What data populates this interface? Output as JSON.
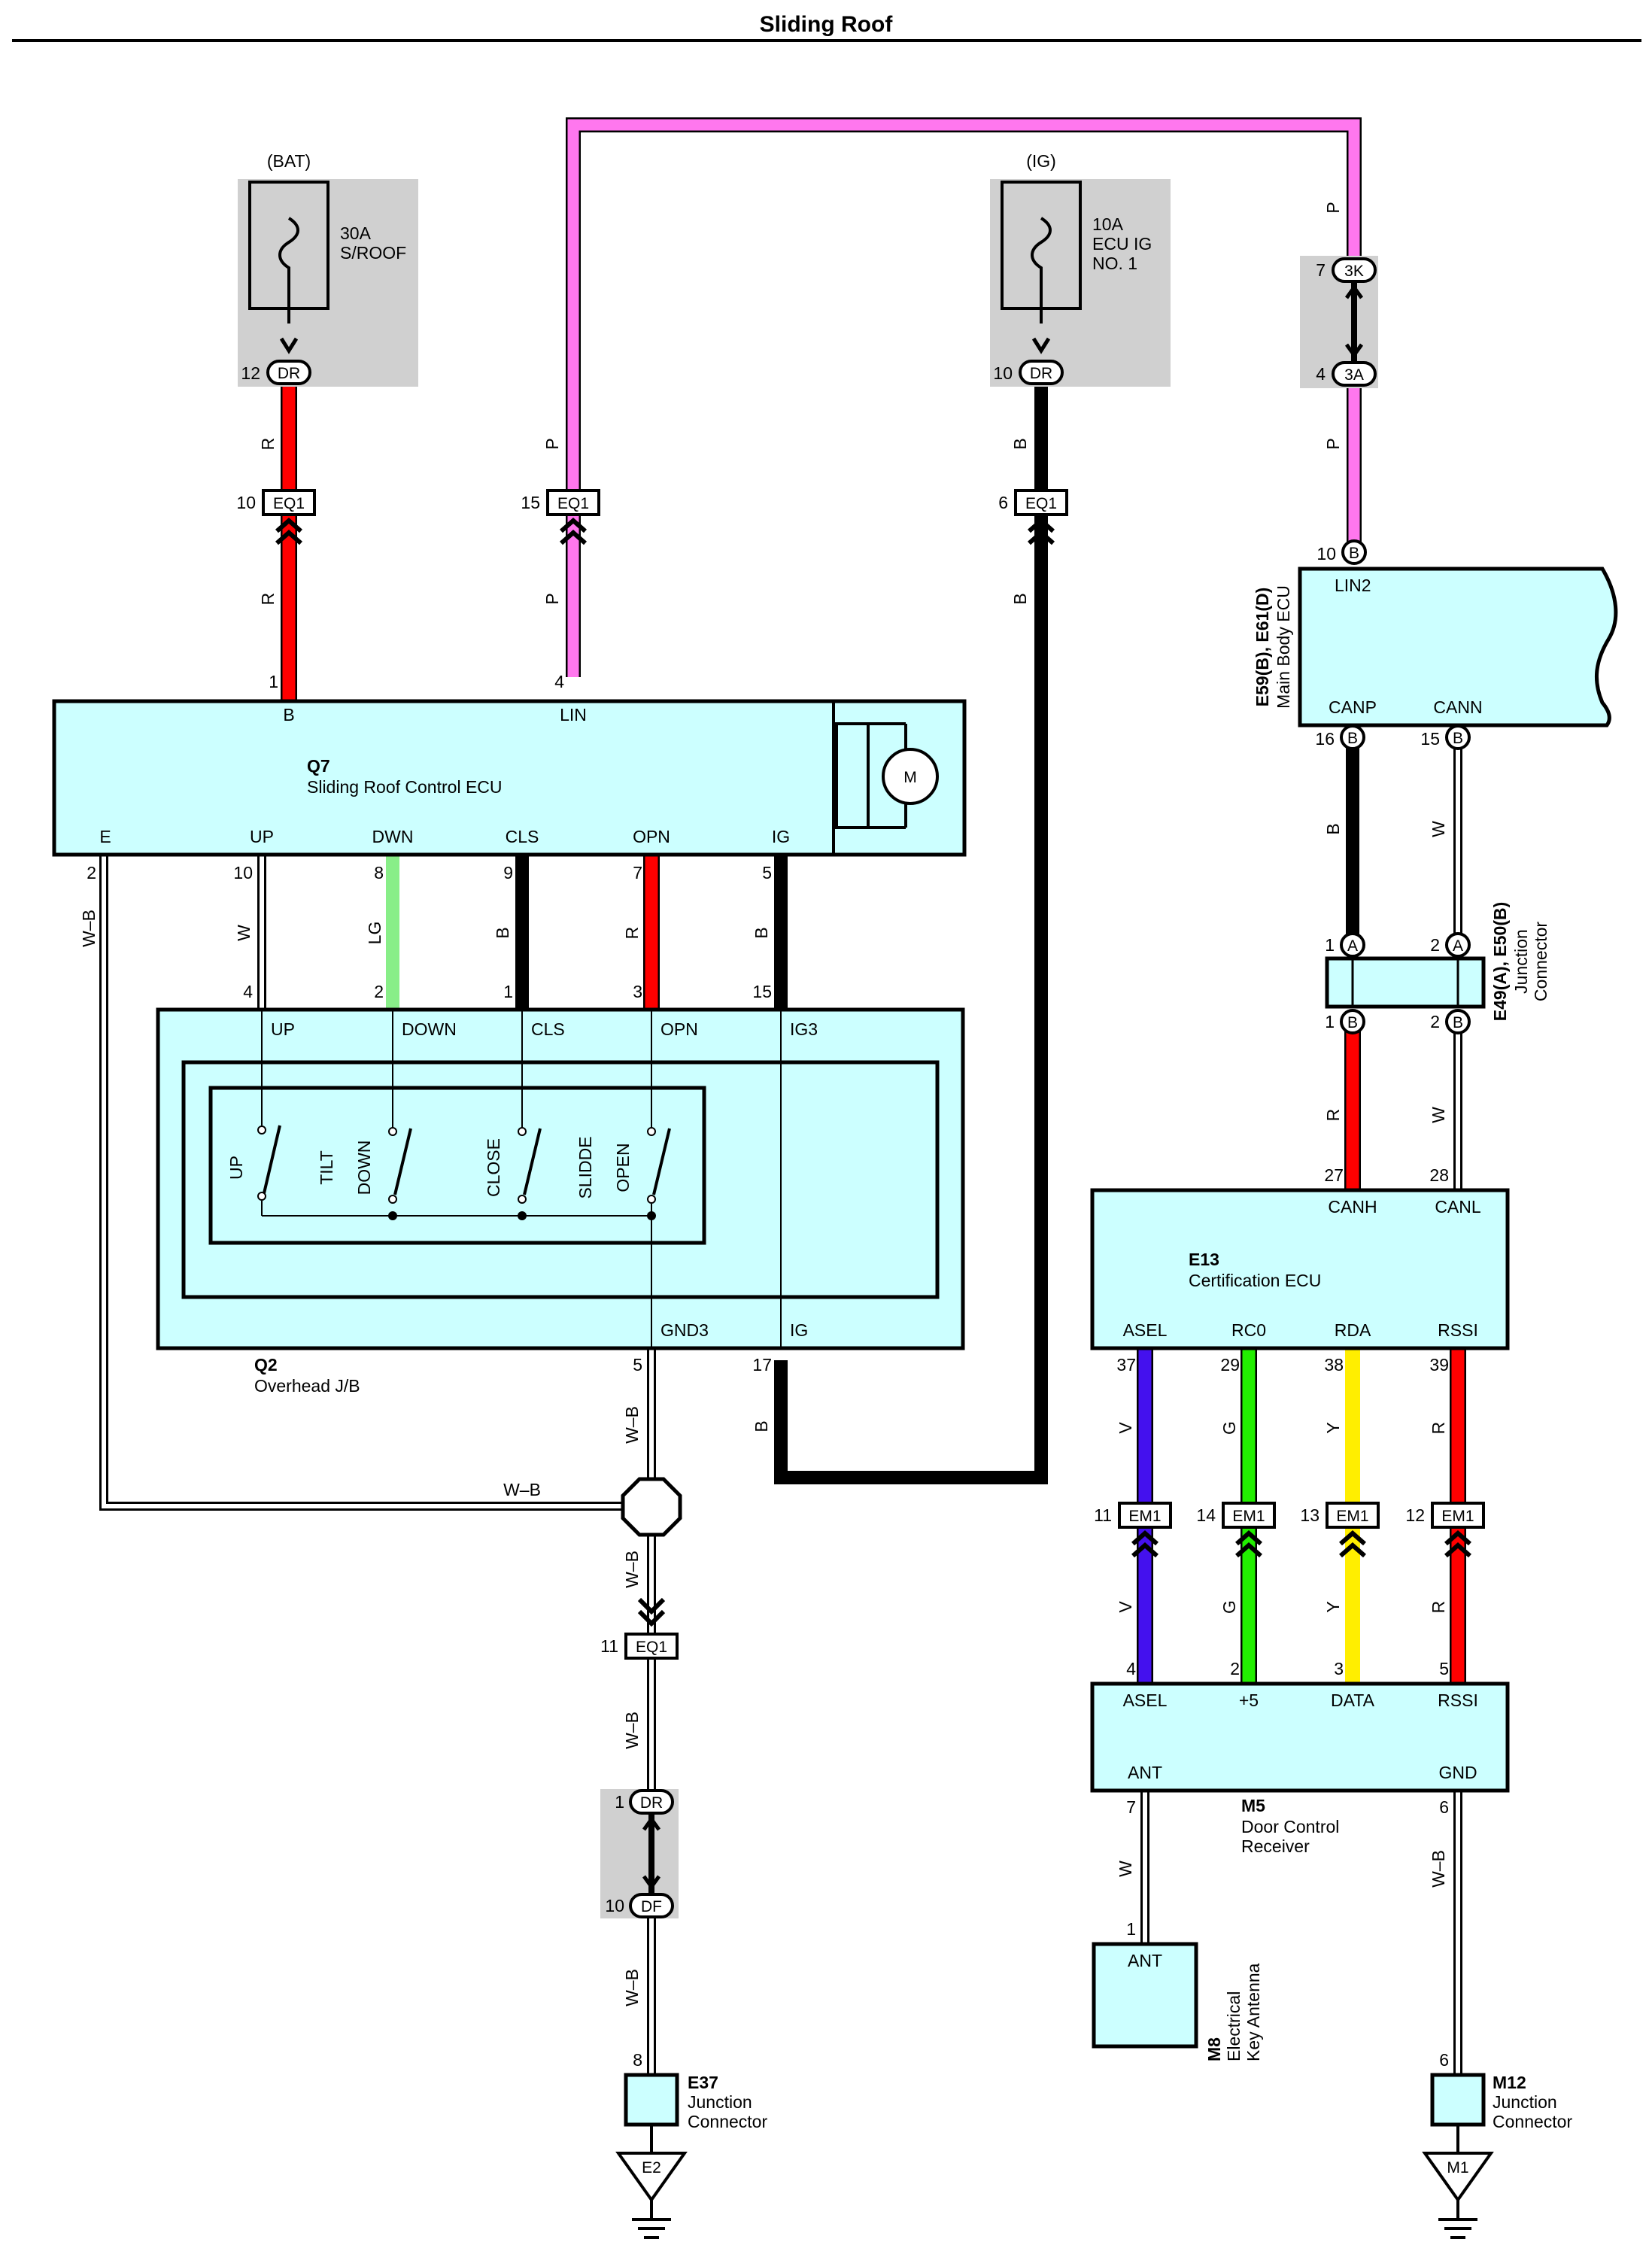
{
  "title": "Sliding Roof",
  "colors": {
    "pink": "#ff77ee",
    "red": "#ff0000",
    "black": "#000000",
    "white": "#ffffff",
    "lightgreen": "#88ee88",
    "violet": "#4411ee",
    "green": "#22ee00",
    "yellow": "#ffee00",
    "box": "#ccffff",
    "fusebox": "#d0d0d0"
  },
  "fuses": {
    "bat": {
      "source": "(BAT)",
      "rating": "30A",
      "name": "S/ROOF",
      "pin": "12",
      "conn": "DR"
    },
    "ig": {
      "source": "(IG)",
      "rating": "10A",
      "name_1": "ECU IG",
      "name_2": "NO. 1",
      "pin": "10",
      "conn": "DR"
    }
  },
  "joint_3k3a": {
    "pin_top": "7",
    "conn_top": "3K",
    "pin_bottom": "4",
    "conn_bottom": "3A"
  },
  "eq1": {
    "name": "EQ1",
    "pin_b": "10",
    "pin_lin": "15",
    "pin_ig": "6",
    "pin_gnd": "11"
  },
  "wire_codes": {
    "r": "R",
    "p": "P",
    "b": "B",
    "w": "W",
    "lg": "LG",
    "wb": "W–B",
    "v": "V",
    "g": "G",
    "y": "Y"
  },
  "q7": {
    "code": "Q7",
    "name": "Sliding Roof Control ECU",
    "terminals": {
      "b": "B",
      "lin": "LIN",
      "e": "E",
      "up": "UP",
      "dwn": "DWN",
      "cls": "CLS",
      "opn": "OPN",
      "ig": "IG"
    },
    "pins": {
      "b": "1",
      "lin": "4",
      "e": "2",
      "up": "10",
      "dwn": "8",
      "cls": "9",
      "opn": "7",
      "ig": "5"
    },
    "motor": "M"
  },
  "q2": {
    "code": "Q2",
    "name": "Overhead J/B",
    "terminals": {
      "up": "UP",
      "down": "DOWN",
      "cls": "CLS",
      "opn": "OPN",
      "ig3": "IG3",
      "gnd3": "GND3",
      "ig": "IG"
    },
    "pins": {
      "up": "4",
      "down": "2",
      "cls": "1",
      "opn": "3",
      "ig3": "15",
      "gnd3": "5",
      "ig": "17"
    },
    "switches": {
      "up": "UP",
      "tilt": "TILT",
      "down": "DOWN",
      "close": "CLOSE",
      "slide": "SLIDDE",
      "open": "OPEN"
    }
  },
  "main_body_ecu": {
    "code": "E59(B), E61(D)",
    "name": "Main Body ECU",
    "terminals": {
      "lin2": "LIN2",
      "canp": "CANP",
      "cann": "CANN"
    },
    "pins": {
      "lin2": "10",
      "canp": "16",
      "cann": "15"
    },
    "conn": "B"
  },
  "junction_e49": {
    "code": "E49(A), E50(B)",
    "name_1": "Junction",
    "name_2": "Connector",
    "top_pins": [
      "1",
      "2"
    ],
    "top_conn": "A",
    "bottom_pins": [
      "1",
      "2"
    ],
    "bottom_conn": "B"
  },
  "e13": {
    "code": "E13",
    "name": "Certification ECU",
    "terminals": {
      "canh": "CANH",
      "canl": "CANL",
      "asel": "ASEL",
      "rc0": "RC0",
      "rda": "RDA",
      "rssi": "RSSI"
    },
    "pins": {
      "canh": "27",
      "canl": "28",
      "asel": "37",
      "rc0": "29",
      "rda": "38",
      "rssi": "39"
    }
  },
  "em1": {
    "name": "EM1",
    "pins": [
      "11",
      "14",
      "13",
      "12"
    ]
  },
  "m5": {
    "code": "M5",
    "name_1": "Door Control",
    "name_2": "Receiver",
    "terminals": {
      "asel": "ASEL",
      "p5": "+5",
      "data": "DATA",
      "rssi": "RSSI",
      "ant": "ANT",
      "gnd": "GND"
    },
    "pins": {
      "asel": "4",
      "p5": "2",
      "data": "3",
      "rssi": "5",
      "ant": "7",
      "gnd": "6"
    }
  },
  "m8": {
    "code": "M8",
    "name_1": "Electrical",
    "name_2": "Key Antenna",
    "terminal": "ANT",
    "pin": "1"
  },
  "e37": {
    "code": "E37",
    "name_1": "Junction",
    "name_2": "Connector",
    "pin": "8",
    "ground": "E2"
  },
  "m12": {
    "code": "M12",
    "name_1": "Junction",
    "name_2": "Connector",
    "pin": "6",
    "ground": "M1"
  },
  "joint_drdf": {
    "pin_top": "1",
    "conn_top": "DR",
    "pin_bottom": "10",
    "conn_bottom": "DF"
  }
}
